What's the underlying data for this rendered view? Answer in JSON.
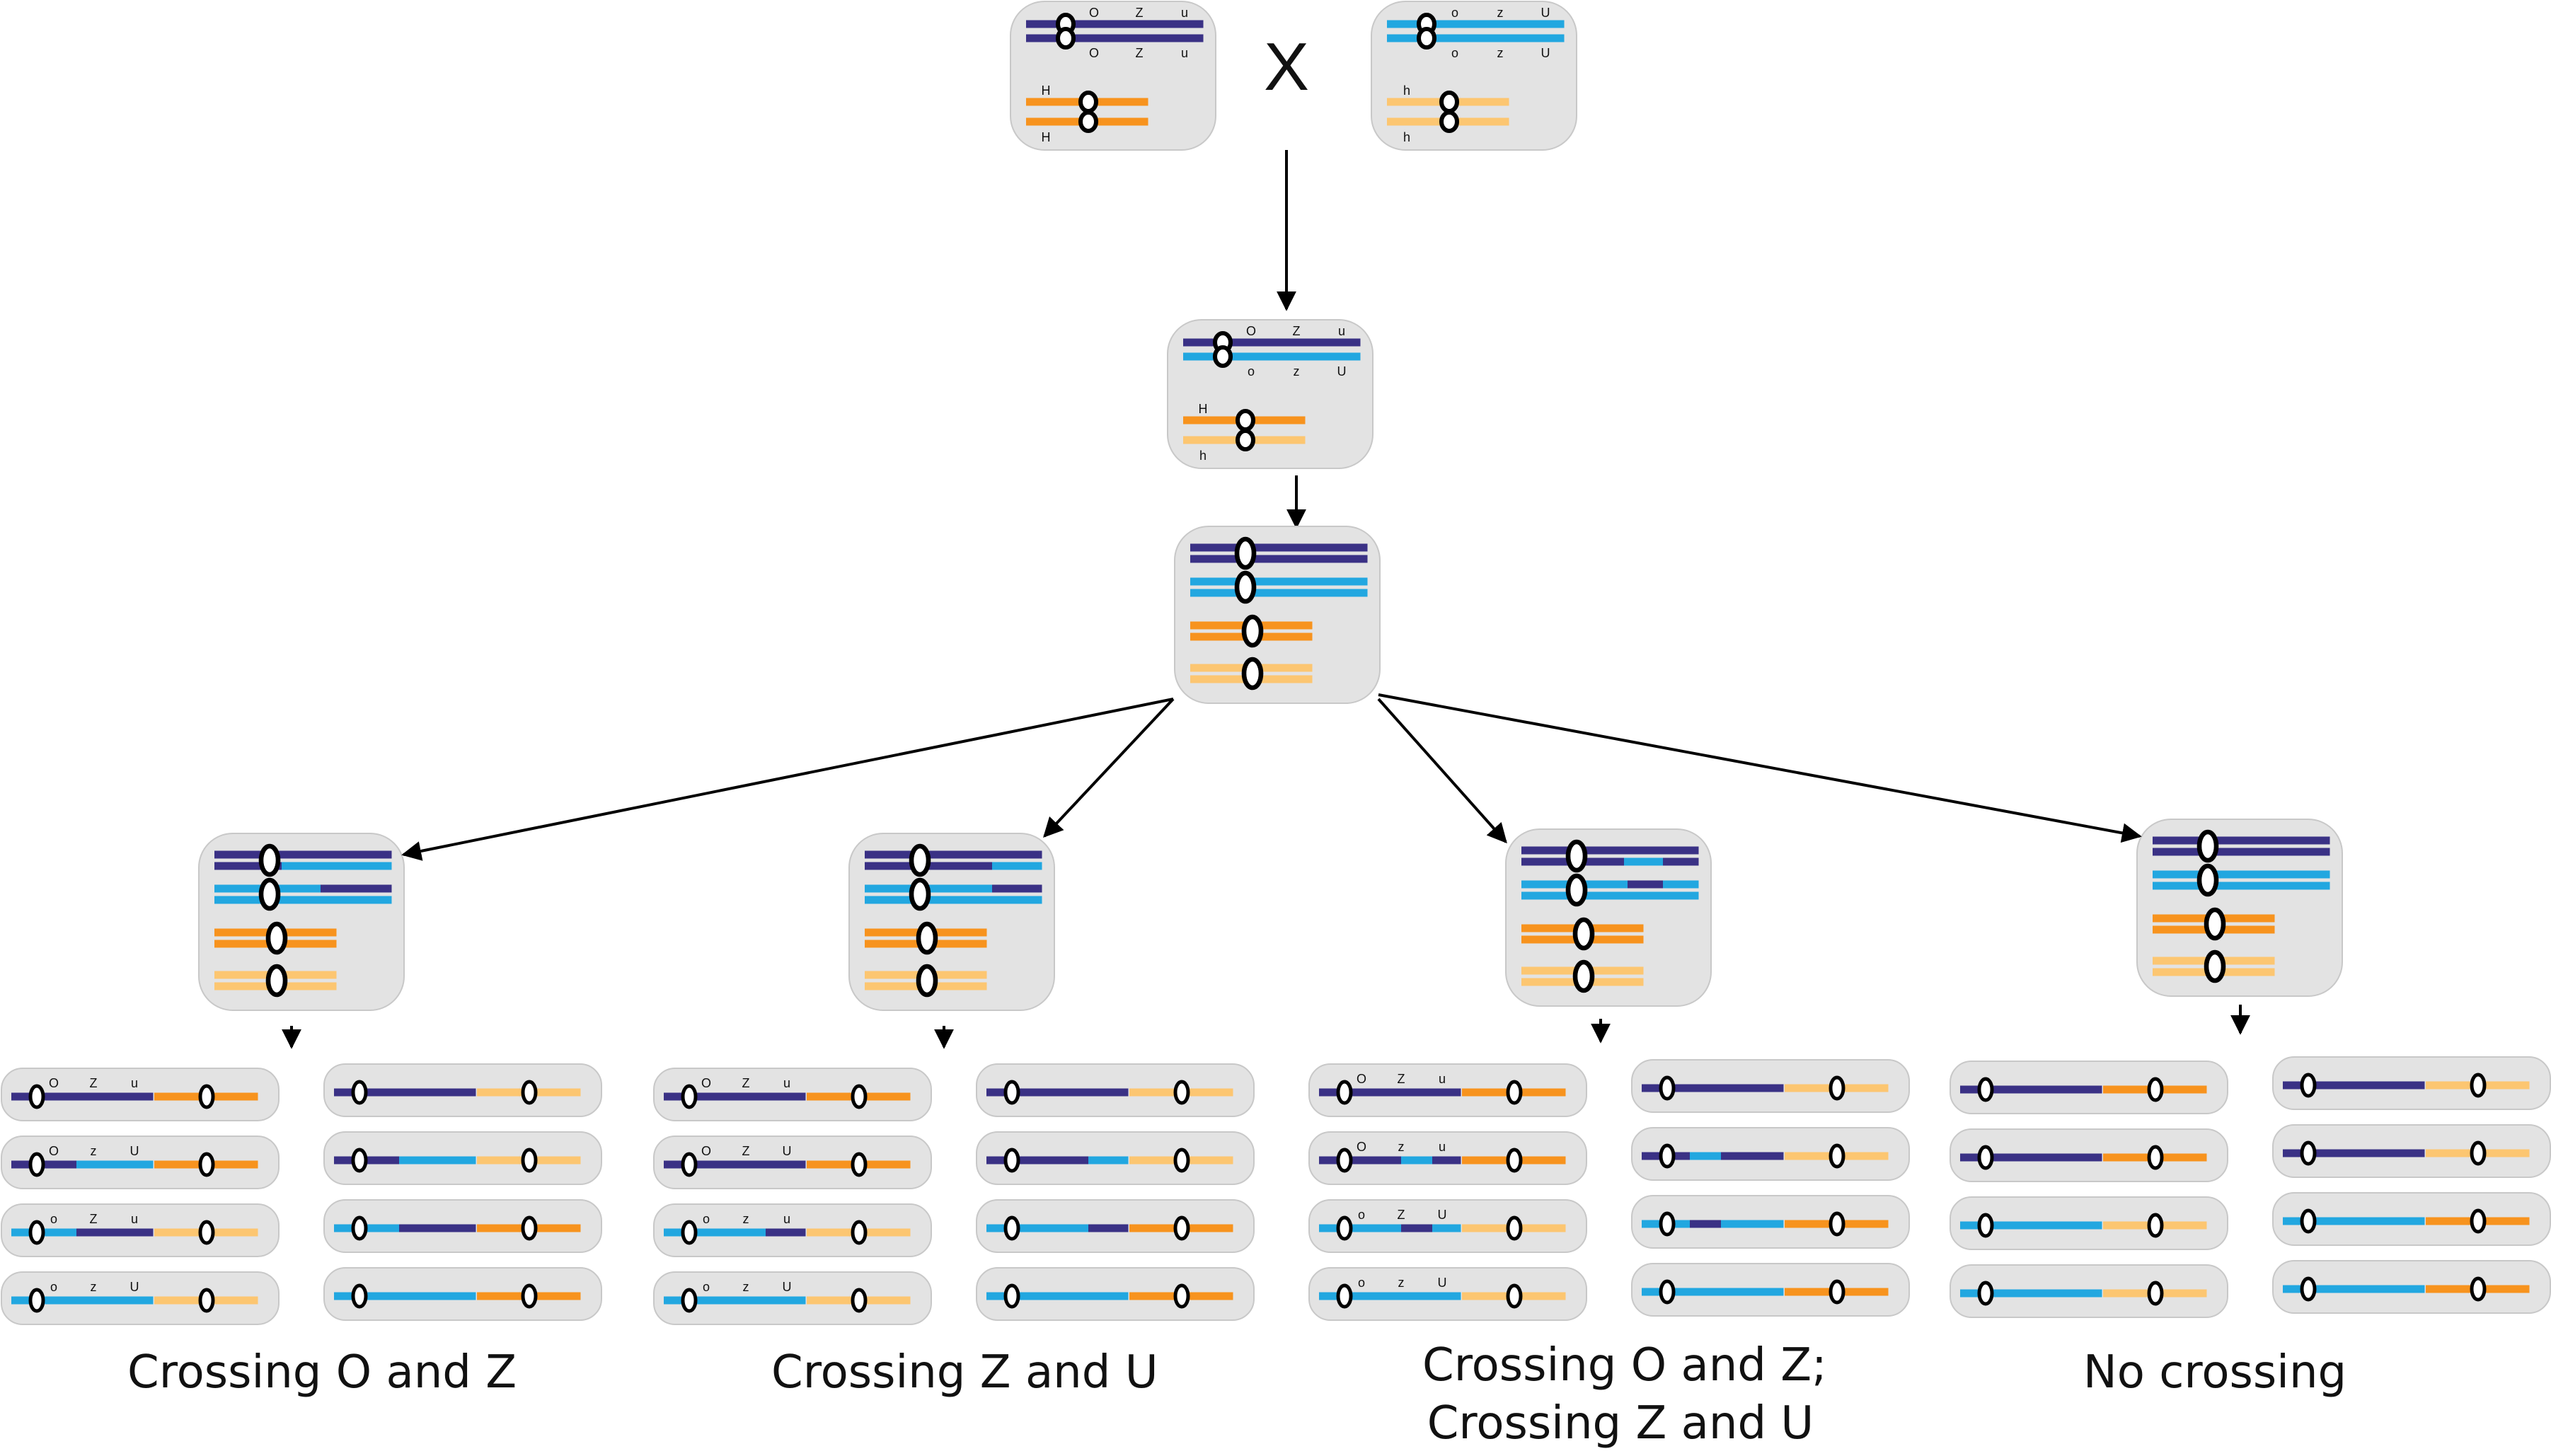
{
  "cross_symbol": "X",
  "gene_labels": {
    "parent_left": {
      "top": [
        "O",
        "Z",
        "u"
      ],
      "bottom": [
        "O",
        "Z",
        "u"
      ],
      "h_top": "H",
      "h_bottom": "H"
    },
    "parent_right": {
      "top": [
        "o",
        "z",
        "U"
      ],
      "bottom": [
        "o",
        "z",
        "U"
      ],
      "h_top": "h",
      "h_bottom": "h"
    },
    "f1": {
      "top": [
        "O",
        "Z",
        "u"
      ],
      "bottom": [
        "o",
        "z",
        "U"
      ],
      "h_top": "H",
      "h_bottom": "h"
    }
  },
  "gamete_labels": {
    "crossing_o_and_z": [
      [
        "O",
        "Z",
        "u"
      ],
      [
        "O",
        "z",
        "U"
      ],
      [
        "o",
        "Z",
        "u"
      ],
      [
        "o",
        "z",
        "U"
      ]
    ],
    "crossing_z_and_u": [
      [
        "O",
        "Z",
        "u"
      ],
      [
        "O",
        "Z",
        "U"
      ],
      [
        "o",
        "z",
        "u"
      ],
      [
        "o",
        "z",
        "U"
      ]
    ],
    "crossing_both": [
      [
        "O",
        "Z",
        "u"
      ],
      [
        "O",
        "z",
        "u"
      ],
      [
        "o",
        "Z",
        "U"
      ],
      [
        "o",
        "z",
        "U"
      ]
    ]
  },
  "captions": {
    "crossing_o_and_z": "Crossing O and Z",
    "crossing_z_and_u": "Crossing Z and U",
    "crossing_both_line1": "Crossing O and Z;",
    "crossing_both_line2": "Crossing Z and U",
    "no_crossing": "No crossing"
  },
  "colors": {
    "dark_blue": "#3a3185",
    "light_blue": "#22a7e0",
    "orange": "#f7931e",
    "light_orange": "#fcc671",
    "box": "#e3e3e3",
    "box_stroke": "#c8c8c8",
    "arrow": "#000000"
  }
}
